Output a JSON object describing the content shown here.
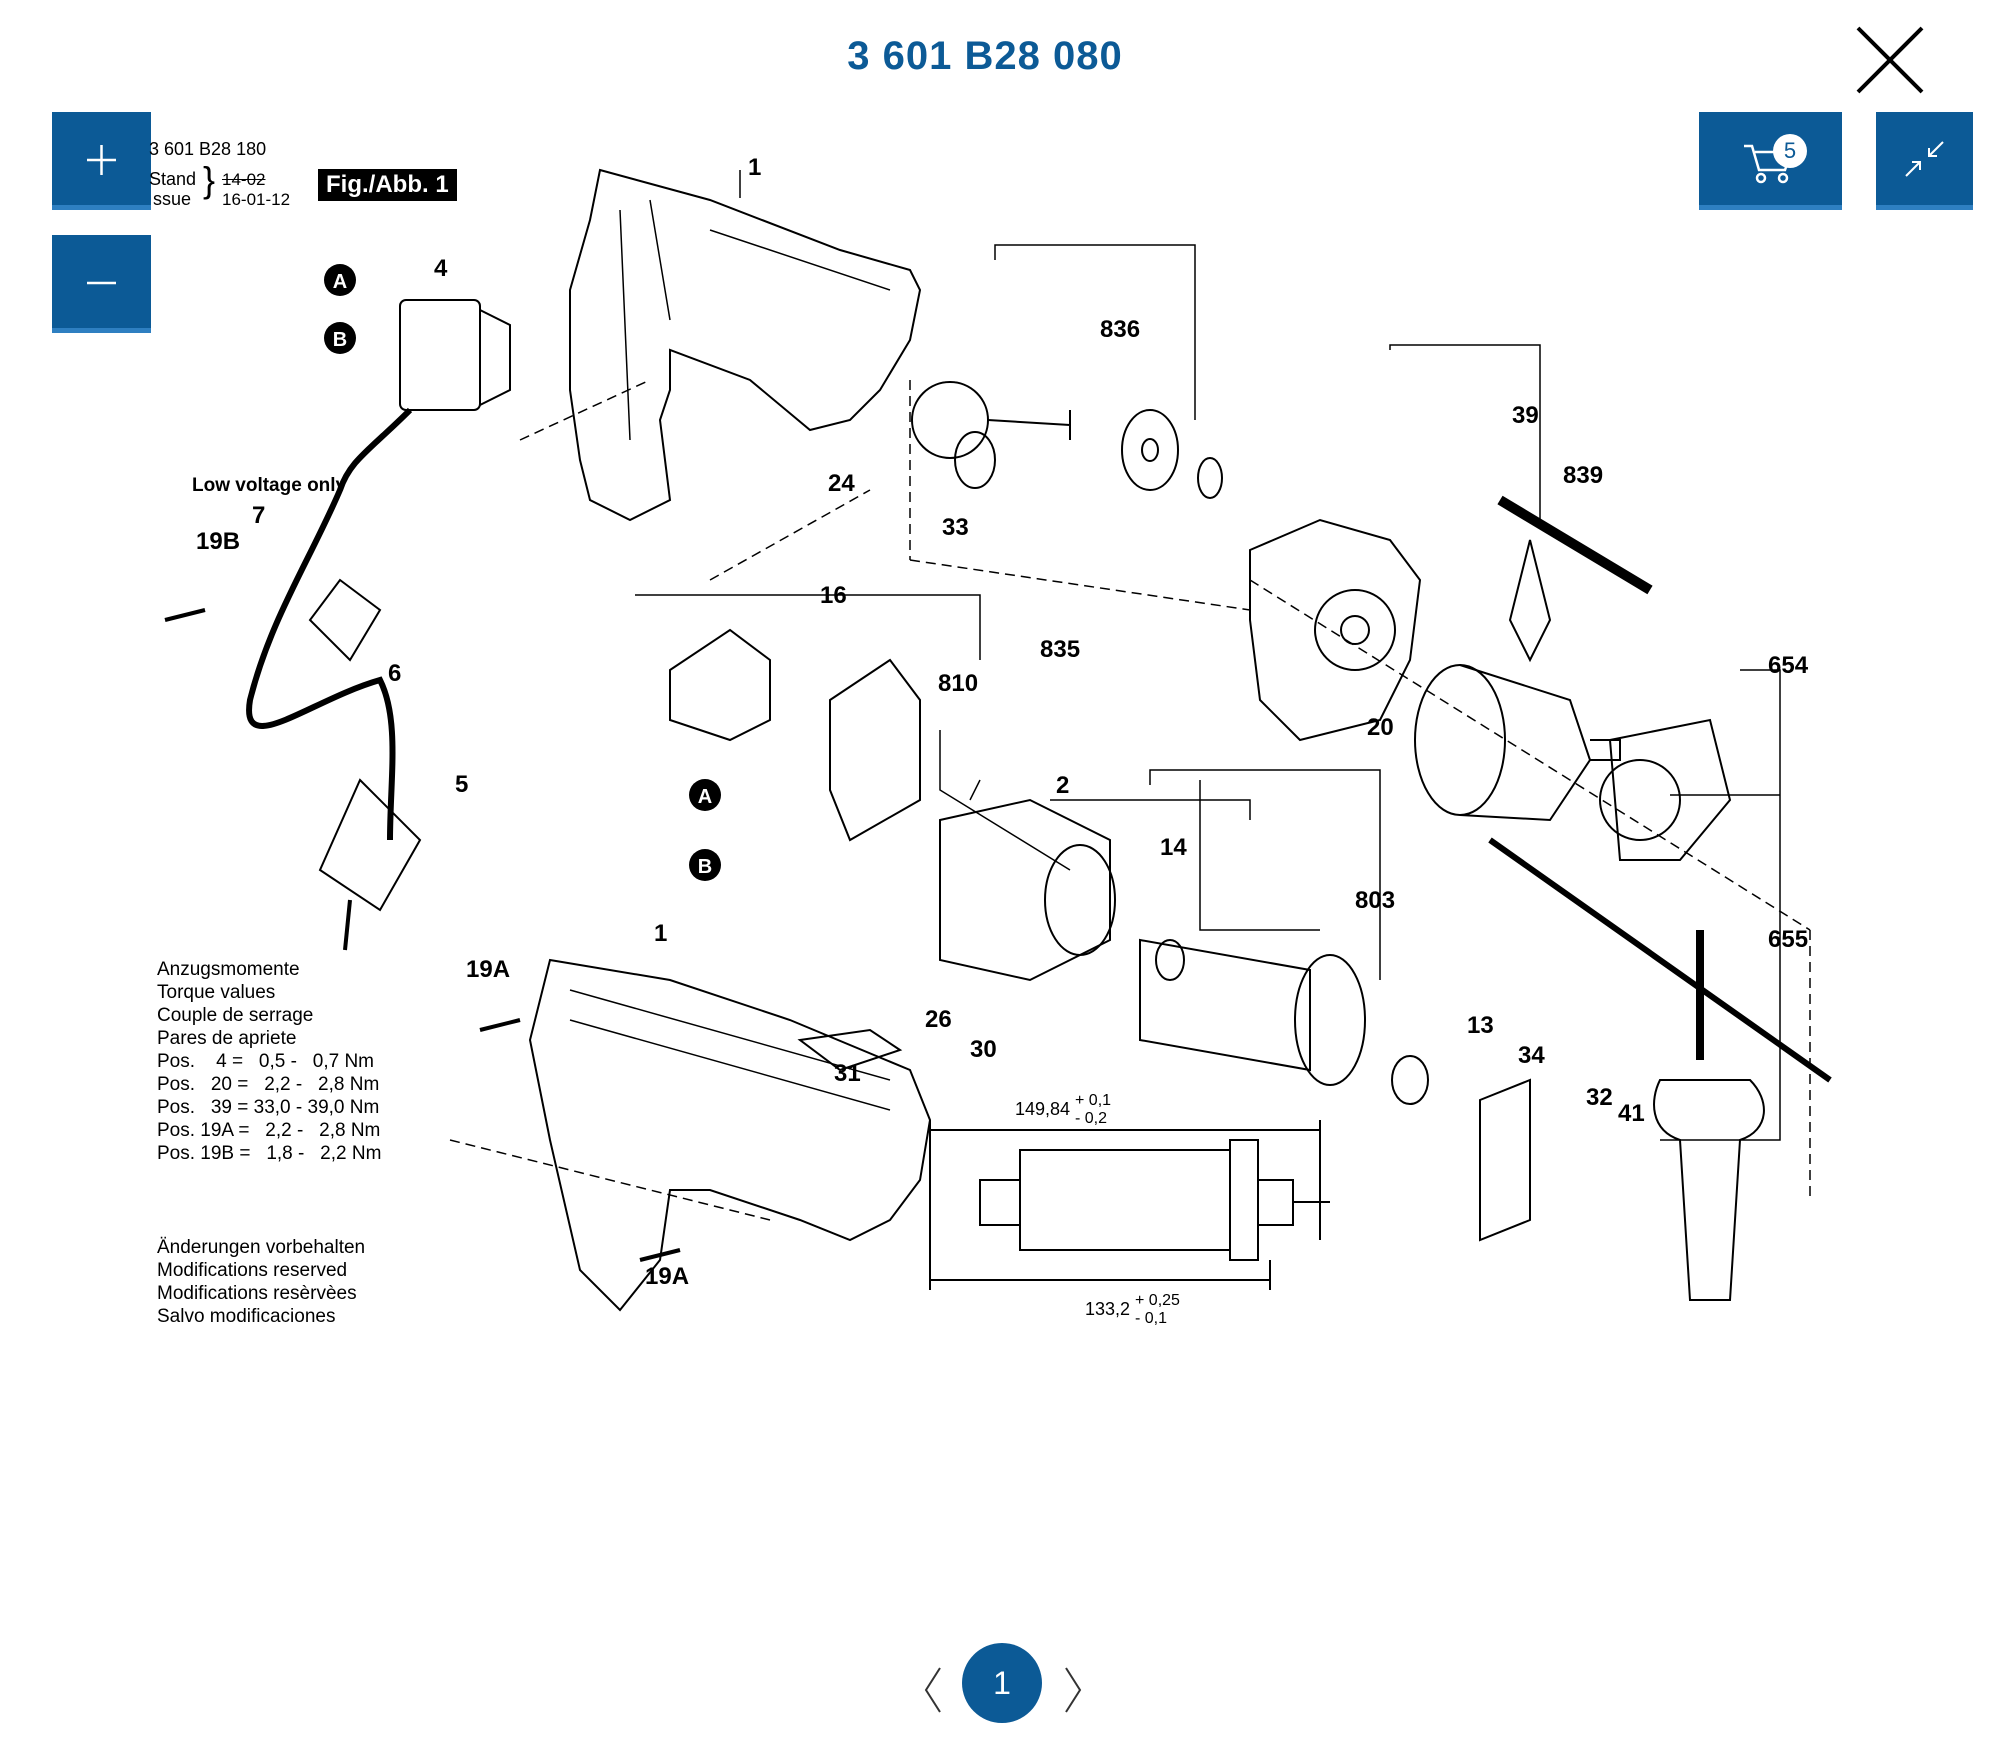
{
  "header": {
    "title": "3 601 B28 080"
  },
  "toolbar": {
    "zoom_in": "+",
    "zoom_out": "−",
    "cart_count": "5"
  },
  "diagram": {
    "meta_line1": "3 601 B28 180",
    "meta_stand": "Stand",
    "meta_issue": "ssue",
    "meta_old_date": "14-02",
    "meta_new_date": "16-01-12",
    "fig_label": "Fig./Abb. 1",
    "low_voltage": "Low voltage only",
    "dim_top": "149,84",
    "dim_top_tol_plus": "+ 0,1",
    "dim_top_tol_minus": "- 0,2",
    "dim_bottom": "133,2",
    "dim_bottom_tol_plus": "+ 0,25",
    "dim_bottom_tol_minus": "- 0,1",
    "callout_A": "A",
    "callout_B": "B",
    "parts": [
      "1",
      "4",
      "836",
      "24",
      "33",
      "39",
      "839",
      "19B",
      "7",
      "6",
      "835",
      "16",
      "810",
      "20",
      "654",
      "5",
      "2",
      "14",
      "803",
      "655",
      "1",
      "19A",
      "26",
      "30",
      "31",
      "13",
      "34",
      "32",
      "41",
      "19A"
    ],
    "torque_title": [
      "Anzugsmomente",
      "Torque values",
      "Couple de serrage",
      "Pares de apriete"
    ],
    "torque_rows": [
      "Pos.    4 =   0,5 -   0,7 Nm",
      "Pos.   20 =   2,2 -   2,8 Nm",
      "Pos.   39 = 33,0 - 39,0 Nm",
      "Pos. 19A =   2,2 -   2,8 Nm",
      "Pos. 19B =   1,8 -   2,2 Nm"
    ],
    "changes_note": [
      "Änderungen vorbehalten",
      "Modifications reserved",
      "Modifications resèrvèes",
      "Salvo modificaciones"
    ]
  },
  "pager": {
    "current": "1"
  }
}
